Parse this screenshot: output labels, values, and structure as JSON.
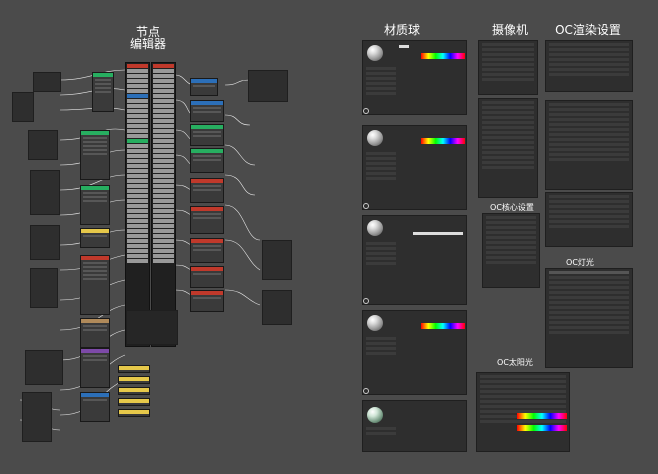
{
  "sections": {
    "node_editor": {
      "title_line1": "节点",
      "title_line2": "编辑器"
    },
    "material_ball": {
      "title": "材质球"
    },
    "camera": {
      "title": "摄像机"
    },
    "oc_render": {
      "title": "OC渲染设置"
    },
    "oc_core": {
      "title": "OC核心设置"
    },
    "oc_light": {
      "title": "OC灯光"
    },
    "oc_sun": {
      "title": "OC太阳光"
    }
  },
  "colors": {
    "background": "#4b4b4b",
    "panel": "#2e2e2e",
    "node_red": "#c0392b",
    "node_green": "#27ae60",
    "node_blue": "#2c6fb8",
    "node_purple": "#7d4aa8",
    "node_tan": "#b08a5a",
    "node_yellow": "#e6c84a"
  },
  "icons": [
    "gear-icon"
  ]
}
